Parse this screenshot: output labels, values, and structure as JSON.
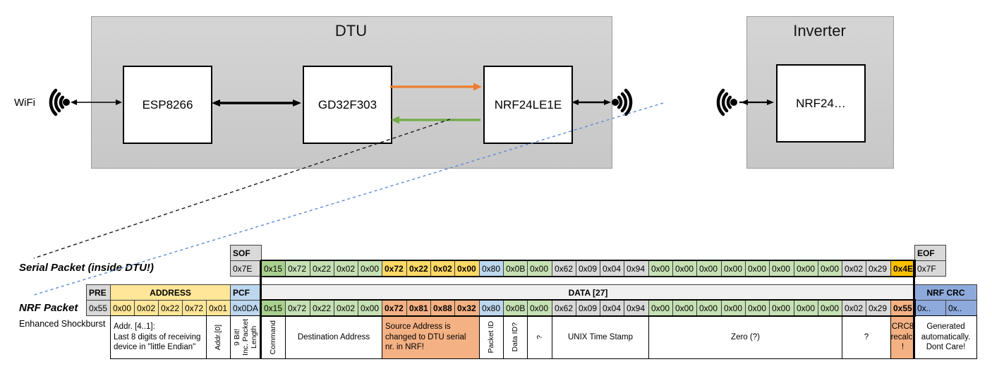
{
  "topology": {
    "wifi_label": "WiFi",
    "dtu": {
      "title": "DTU",
      "esp": "ESP8266",
      "mcu": "GD32F303",
      "nrf": "NRF24LE1E"
    },
    "inverter": {
      "title": "Inverter",
      "nrf": "NRF24…"
    },
    "colors": {
      "orange_arrow": "#ED7D31",
      "green_arrow": "#70AD47",
      "blue_dashed_line": "#5B8BD5",
      "black_line": "#1a1a1a"
    }
  },
  "serial_packet": {
    "label": "Serial Packet (inside DTU!)",
    "sof_header": "SOF",
    "sof_value": "0x7E",
    "eof_header": "EOF",
    "eof_value": "0x7F",
    "bytes": [
      {
        "v": "0x15",
        "c": "greendark"
      },
      {
        "v": "0x72",
        "c": "green"
      },
      {
        "v": "0x22",
        "c": "green"
      },
      {
        "v": "0x02",
        "c": "green"
      },
      {
        "v": "0x00",
        "c": "green"
      },
      {
        "v": "0x72",
        "c": "gold",
        "b": true
      },
      {
        "v": "0x22",
        "c": "gold",
        "b": true
      },
      {
        "v": "0x02",
        "c": "gold",
        "b": true
      },
      {
        "v": "0x00",
        "c": "gold",
        "b": true
      },
      {
        "v": "0x80",
        "c": "blue"
      },
      {
        "v": "0x0B",
        "c": "green"
      },
      {
        "v": "0x00",
        "c": "green"
      },
      {
        "v": "0x62",
        "c": "gray"
      },
      {
        "v": "0x09",
        "c": "gray"
      },
      {
        "v": "0x04",
        "c": "gray"
      },
      {
        "v": "0x94",
        "c": "gray"
      },
      {
        "v": "0x00",
        "c": "green"
      },
      {
        "v": "0x00",
        "c": "green"
      },
      {
        "v": "0x00",
        "c": "green"
      },
      {
        "v": "0x00",
        "c": "green"
      },
      {
        "v": "0x00",
        "c": "green"
      },
      {
        "v": "0x00",
        "c": "green"
      },
      {
        "v": "0x00",
        "c": "green"
      },
      {
        "v": "0x00",
        "c": "green"
      },
      {
        "v": "0x02",
        "c": "gray"
      },
      {
        "v": "0x29",
        "c": "gray"
      },
      {
        "v": "0x4E",
        "c": "amber",
        "b": true
      }
    ]
  },
  "nrf_packet": {
    "label": "NRF Packet",
    "sublabel": "Enhanced Shockburst",
    "headers": {
      "pre": "PRE",
      "address": "ADDRESS",
      "pcf": "PCF",
      "data": "DATA [27]",
      "crc": "NRF CRC"
    },
    "pre_value": {
      "v": "0x55",
      "c": "gray"
    },
    "address_bytes": [
      {
        "v": "0x00",
        "c": "yellow"
      },
      {
        "v": "0x02",
        "c": "yellow"
      },
      {
        "v": "0x22",
        "c": "yellow"
      },
      {
        "v": "0x72",
        "c": "yellow"
      },
      {
        "v": "0x01",
        "c": "yellow"
      }
    ],
    "pcf_value": {
      "v": "0x0DA",
      "c": "blue"
    },
    "bytes": [
      {
        "v": "0x15",
        "c": "greendark"
      },
      {
        "v": "0x72",
        "c": "green"
      },
      {
        "v": "0x22",
        "c": "green"
      },
      {
        "v": "0x02",
        "c": "green"
      },
      {
        "v": "0x00",
        "c": "green"
      },
      {
        "v": "0x72",
        "c": "salmon",
        "b": true
      },
      {
        "v": "0x81",
        "c": "salmon",
        "b": true
      },
      {
        "v": "0x88",
        "c": "salmon",
        "b": true
      },
      {
        "v": "0x32",
        "c": "salmon",
        "b": true
      },
      {
        "v": "0x80",
        "c": "blue"
      },
      {
        "v": "0x0B",
        "c": "green"
      },
      {
        "v": "0x00",
        "c": "green"
      },
      {
        "v": "0x62",
        "c": "gray"
      },
      {
        "v": "0x09",
        "c": "gray"
      },
      {
        "v": "0x04",
        "c": "gray"
      },
      {
        "v": "0x94",
        "c": "gray"
      },
      {
        "v": "0x00",
        "c": "green"
      },
      {
        "v": "0x00",
        "c": "green"
      },
      {
        "v": "0x00",
        "c": "green"
      },
      {
        "v": "0x00",
        "c": "green"
      },
      {
        "v": "0x00",
        "c": "green"
      },
      {
        "v": "0x00",
        "c": "green"
      },
      {
        "v": "0x00",
        "c": "green"
      },
      {
        "v": "0x00",
        "c": "green"
      },
      {
        "v": "0x02",
        "c": "gray"
      },
      {
        "v": "0x29",
        "c": "gray"
      },
      {
        "v": "0x55",
        "c": "salmon",
        "b": true
      }
    ],
    "crc_bytes": [
      {
        "v": "0x..",
        "c": "crcblue"
      },
      {
        "v": "0x..",
        "c": "crcblue"
      }
    ],
    "annotations": [
      {
        "text": "Addr. [4..1]:\nLast 8 digits of receiving\ndevice in \"little Endian\"",
        "start": 1,
        "span": 4,
        "align": "left"
      },
      {
        "text": "Addr.[0]",
        "start": 5,
        "span": 1,
        "rot": true
      },
      {
        "text": "9 Bit!\nInc. Packet\nLength",
        "start": 6,
        "span": 1,
        "rot": true
      },
      {
        "text": "Command",
        "start": 7,
        "span": 1,
        "rot": true
      },
      {
        "text": "Destination Address",
        "start": 8,
        "span": 4
      },
      {
        "text": "Source Address is\nchanged to DTU serial\nnr. in NRF!",
        "start": 12,
        "span": 4,
        "bg": "salmon",
        "align": "left"
      },
      {
        "text": "Packet ID",
        "start": 16,
        "span": 1,
        "rot": true
      },
      {
        "text": "Data ID?",
        "start": 17,
        "span": 1,
        "rot": true
      },
      {
        "text": "?",
        "start": 18,
        "span": 1,
        "rot": true
      },
      {
        "text": "UNIX Time Stamp",
        "start": 19,
        "span": 4
      },
      {
        "text": "Zero (?)",
        "start": 23,
        "span": 8
      },
      {
        "text": "?",
        "start": 31,
        "span": 2
      },
      {
        "text": "CRC8\nrecalc.\n!",
        "start": 33,
        "span": 1,
        "bg": "salmon"
      },
      {
        "text": "Generated\nautomatically.\nDont Care!",
        "start": 34,
        "span": 2
      }
    ]
  }
}
